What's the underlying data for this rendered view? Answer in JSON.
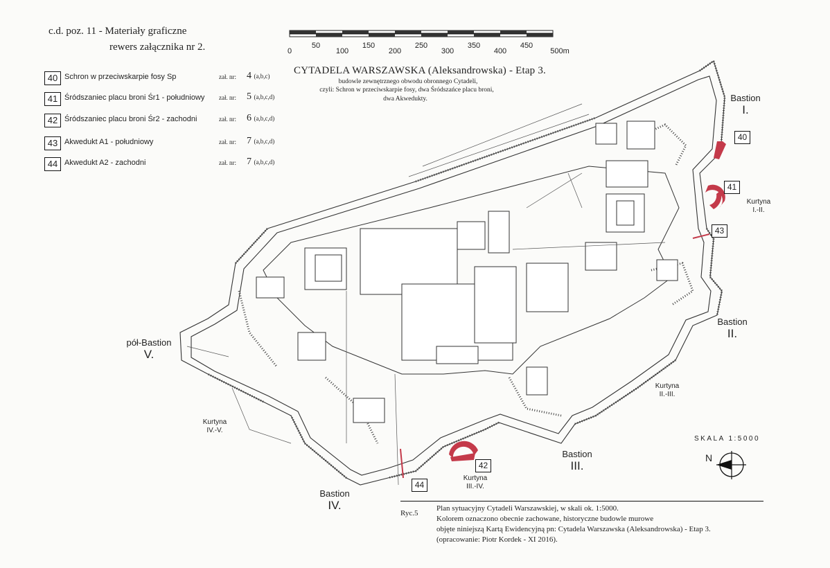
{
  "header": {
    "line1": "c.d. poz. 11 - Materiały graficzne",
    "line2": "rewers załącznika nr 2."
  },
  "legend": [
    {
      "num": "40",
      "label": "Schron w przeciwskarpie fosy Sp",
      "ref_label": "zał. nr:",
      "ref_num": "4",
      "ref_sub": "(a,b,c)"
    },
    {
      "num": "41",
      "label": "Śródszaniec placu broni Śr1 - południowy",
      "ref_label": "zał. nr:",
      "ref_num": "5",
      "ref_sub": "(a,b,c,d)"
    },
    {
      "num": "42",
      "label": "Śródszaniec placu broni Śr2 - zachodni",
      "ref_label": "zał. nr:",
      "ref_num": "6",
      "ref_sub": "(a,b,c,d)"
    },
    {
      "num": "43",
      "label": "Akwedukt A1 - południowy",
      "ref_label": "zał. nr:",
      "ref_num": "7",
      "ref_sub": "(a,b,c,d)"
    },
    {
      "num": "44",
      "label": "Akwedukt A2 - zachodni",
      "ref_label": "zał. nr:",
      "ref_num": "7",
      "ref_sub": "(a,b,c,d)"
    }
  ],
  "scale_bar": {
    "labels": [
      "0",
      "50",
      "100",
      "150",
      "200",
      "250",
      "300",
      "350",
      "400",
      "450",
      "500m"
    ]
  },
  "title": {
    "main": "CYTADELA WARSZAWSKA (Aleksandrowska) - Etap 3.",
    "sub1": "budowle zewnętrznego obwodu obronnego Cytadeli,",
    "sub2": "czyli: Schron w przeciwskarpie fosy,  dwa Śródszańce placu broni,",
    "sub3": "dwa Akwedukty."
  },
  "map_labels": {
    "bastion1_word": "Bastion",
    "bastion1_num": "I.",
    "bastion2_word": "Bastion",
    "bastion2_num": "II.",
    "bastion3_word": "Bastion",
    "bastion3_num": "III.",
    "bastion4_word": "Bastion",
    "bastion4_num": "IV.",
    "bastion5_word": "pół-Bastion",
    "bastion5_num": "V.",
    "kurtyna_1_2_word": "Kurtyna",
    "kurtyna_1_2_num": "I.-II.",
    "kurtyna_2_3_word": "Kurtyna",
    "kurtyna_2_3_num": "II.-III.",
    "kurtyna_3_4_word": "Kurtyna",
    "kurtyna_3_4_num": "III.-IV.",
    "kurtyna_4_5_word": "Kurtyna",
    "kurtyna_4_5_num": "IV.-V.",
    "box_40": "40",
    "box_41": "41",
    "box_42": "42",
    "box_43": "43",
    "box_44": "44"
  },
  "scale_text": "SKALA 1:5000",
  "north": "N",
  "caption": {
    "ryc": "Ryc.5",
    "line1": "Plan sytuacyjny Cytadeli Warszawskiej, w skali ok. 1:5000.",
    "line2": "Kolorem oznaczono obecnie zachowane, historyczne budowle murowe",
    "line3": "objęte niniejszą Kartą Ewidencyjną pn:  Cytadela Warszawska (Aleksandrowska) - Etap 3.",
    "line4": "(opracowanie:  Piotr Kordek - XI 2016)."
  },
  "colors": {
    "highlight": "#c43a4a",
    "ink": "#222222"
  }
}
